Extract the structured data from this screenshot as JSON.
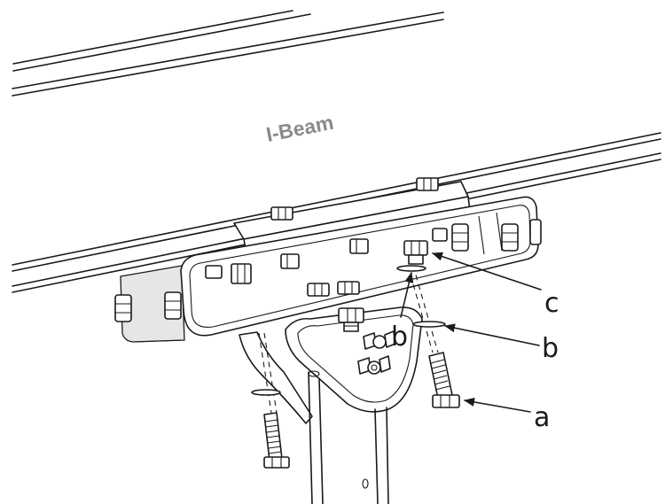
{
  "beam_label": "I-Beam",
  "callouts": {
    "a": "a",
    "b_left": "b",
    "b_right": "b",
    "c": "c"
  },
  "colors": {
    "line": "#1a1a1a",
    "label_gray": "#8a8a8a",
    "background": "#ffffff"
  }
}
